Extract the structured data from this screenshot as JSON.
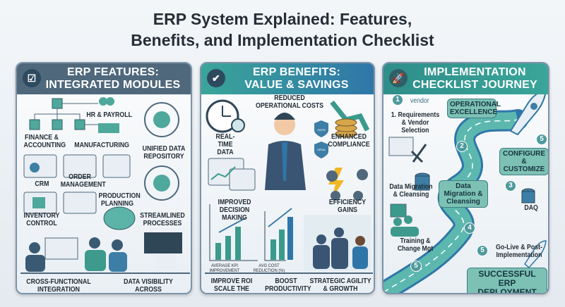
{
  "title": {
    "line1": "ERP System Explained: Features,",
    "line2": "Benefits, and Implementation Checklist"
  },
  "colors": {
    "dark_header": "#4a6478",
    "teal": "#3aa59a",
    "blue": "#2f76a8",
    "road": "#4aa8b0"
  },
  "features": {
    "header_line1": "ERP FEATURES:",
    "header_line2": "INTEGRATED MODULES",
    "icon": "clipboard-checklist-icon",
    "labels": {
      "hr": "HR & PAYROLL",
      "finance": "FINANCE & ACCOUNTING",
      "manufacturing": "MANUFACTURING",
      "unified": "UNIFIED DATA REPOSITORY",
      "crm": "CRM",
      "order": "ORDER MANAGEMENT",
      "production": "PRODUCTION PLANNING",
      "inventory": "INVENTORY CONTROL",
      "streamlined": "STREAMLINED PROCESSES",
      "cross": "CROSS-FUNCTIONAL INTEGRATION",
      "visibility": "DATA VISIBILITY ACROSS DEPARTMENTS"
    }
  },
  "benefits": {
    "header_line1": "ERP BENEFITS:",
    "header_line2": "VALUE & SAVINGS",
    "icon": "checkmark-chart-icon",
    "labels": {
      "reduced": "REDUCED OPERATIONAL COSTS",
      "realtime": "REAL-TIME DATA",
      "compliance": "ENHANCED COMPLIANCE",
      "decision": "IMPROVED DECISION MAKING",
      "efficiency": "EFFICIENCY GAINS",
      "kpi": "AVERAGE KPI IMPROVEMENT",
      "avgcost": "AVG COST REDUCTION (%)",
      "roi": "IMPROVE ROI SCALE THE BUNSS",
      "productivity": "BOOST PRODUCTIVITY",
      "agility": "STRATEGIC AGILITY & GROWTH"
    },
    "badges": {
      "gdpr": "GDPR",
      "hipaa": "HIPAA"
    }
  },
  "checklist": {
    "header_line1": "IMPLEMENTATION",
    "header_line2": "CHECKLIST JOURNEY",
    "icon": "rocket-icon",
    "vendor": "vendor",
    "steps": {
      "requirements": "1. Requirements & Vendor Selection",
      "migration_left": "Data Migration & Cleansing",
      "training": "Training & Change Mgt",
      "golive": "Go-Live & Post-Implementation",
      "daq": "DAQ"
    },
    "bubbles": {
      "operational": "OPERATIONAL EXCELLENCE",
      "configure": "CONFIGURE & CUSTOMIZE",
      "migration": "Data Migration & Cleansing",
      "success": "SUCCESSFUL ERP DEPLOYMENT"
    },
    "markers": [
      "1",
      "2",
      "3",
      "4",
      "5",
      "5",
      "5"
    ]
  }
}
